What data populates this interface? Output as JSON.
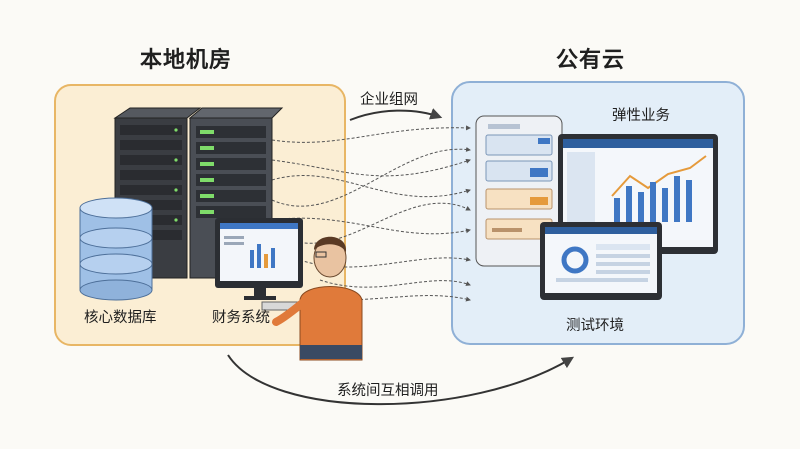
{
  "on_prem": {
    "title": "本地机房",
    "database_label": "核心数据库",
    "finance_label": "财务系统"
  },
  "cloud": {
    "title": "公有云",
    "elastic_label": "弹性业务",
    "test_label": "测试环境"
  },
  "links": {
    "network_label": "企业组网",
    "interop_label": "系统间互相调用"
  },
  "colors": {
    "onprem_bg": "#fbeed4",
    "onprem_border": "#e8b665",
    "cloud_bg": "#e3eef8",
    "cloud_border": "#8fb0d6",
    "accent_blue": "#3f77c4",
    "accent_orange": "#e59a3b",
    "person_shirt": "#e07a3a"
  }
}
